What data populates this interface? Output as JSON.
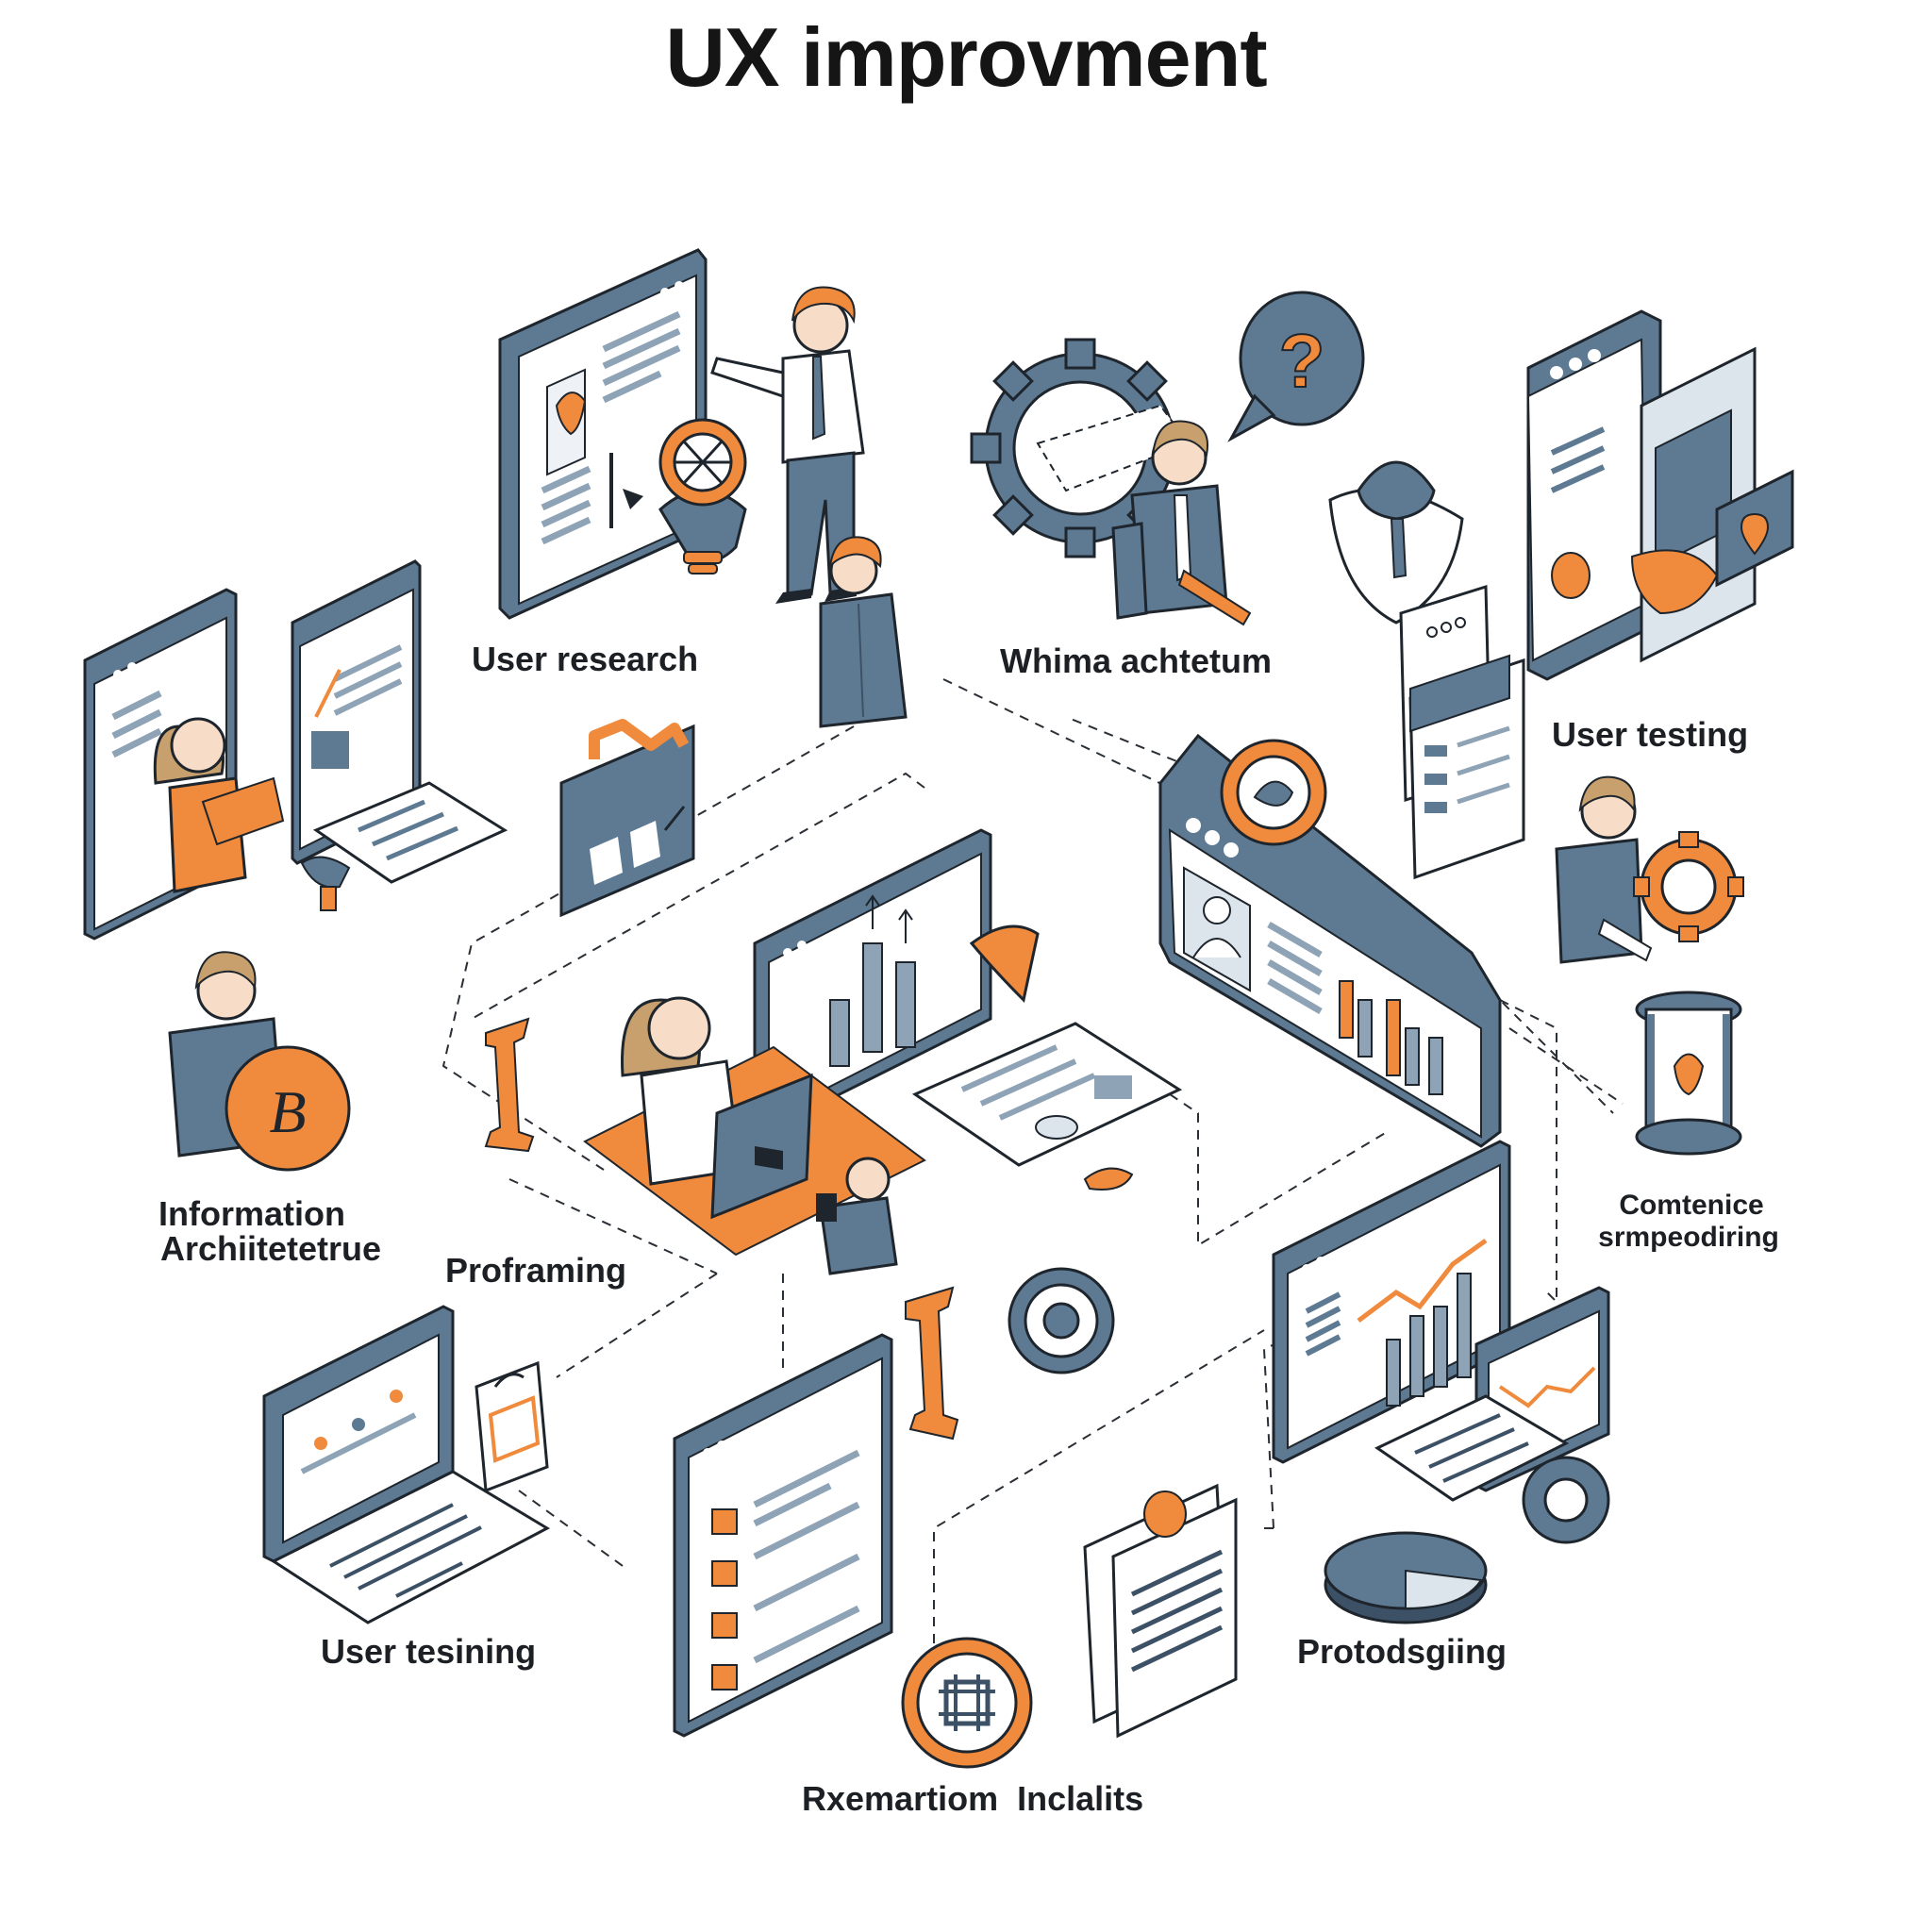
{
  "title": "UX improvment",
  "labels": {
    "user_research": "User research",
    "whima_achtetum": "Whima achtetum",
    "user_testing_top": "User testing",
    "information_architecture_1": "Information",
    "information_architecture_2": "Archiitetetrue",
    "proframing": "Proframing",
    "comtenice_1": "Comtenice",
    "comtenice_2": "srmpeodiring",
    "user_tesining": "User tesining",
    "protodsgiing": "Protodsgiing",
    "rxemartiom": "Rxemartiom Inclalits"
  },
  "icon_glyphs": {
    "question": "?",
    "badge_letter": "B"
  },
  "colors": {
    "accent_orange": "#f08a3c",
    "slate": "#5e7a93",
    "slate_dark": "#3d5166",
    "slate_light": "#dde5ec",
    "ink": "#1e252c",
    "skin": "#f7ddc8",
    "hair_brown": "#c7a06e"
  }
}
